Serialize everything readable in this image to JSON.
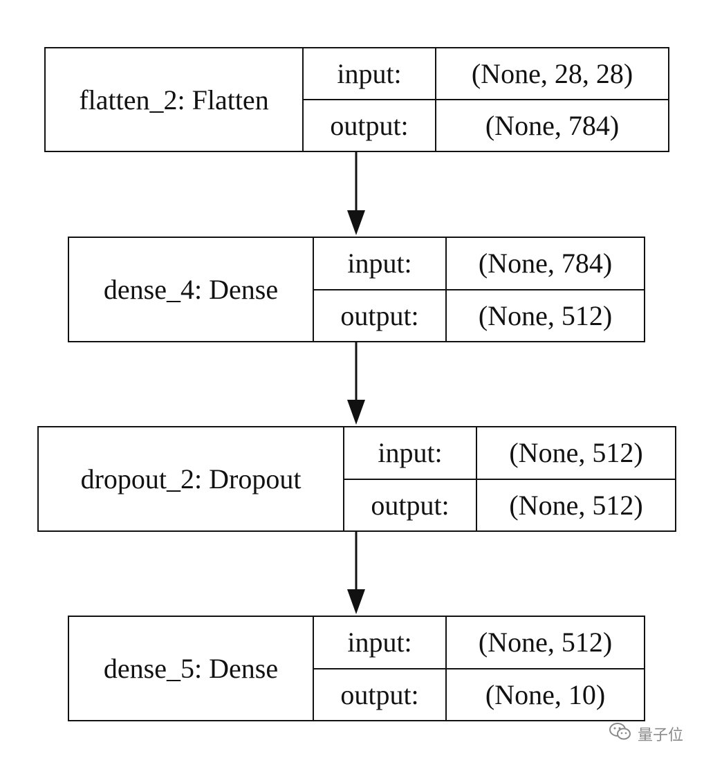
{
  "diagram": {
    "nodes": [
      {
        "name": "flatten_2: Flatten",
        "input_label": "input:",
        "output_label": "output:",
        "input_shape": "(None, 28, 28)",
        "output_shape": "(None, 784)"
      },
      {
        "name": "dense_4: Dense",
        "input_label": "input:",
        "output_label": "output:",
        "input_shape": "(None, 784)",
        "output_shape": "(None, 512)"
      },
      {
        "name": "dropout_2: Dropout",
        "input_label": "input:",
        "output_label": "output:",
        "input_shape": "(None, 512)",
        "output_shape": "(None, 512)"
      },
      {
        "name": "dense_5: Dense",
        "input_label": "input:",
        "output_label": "output:",
        "input_shape": "(None, 512)",
        "output_shape": "(None, 10)"
      }
    ],
    "edges": [
      {
        "from": 0,
        "to": 1
      },
      {
        "from": 1,
        "to": 2
      },
      {
        "from": 2,
        "to": 3
      }
    ]
  },
  "watermark": {
    "text": "量子位",
    "icon": "wechat-icon"
  },
  "colors": {
    "stroke": "#111111",
    "background": "#ffffff",
    "watermark": "#8a8a8a"
  }
}
